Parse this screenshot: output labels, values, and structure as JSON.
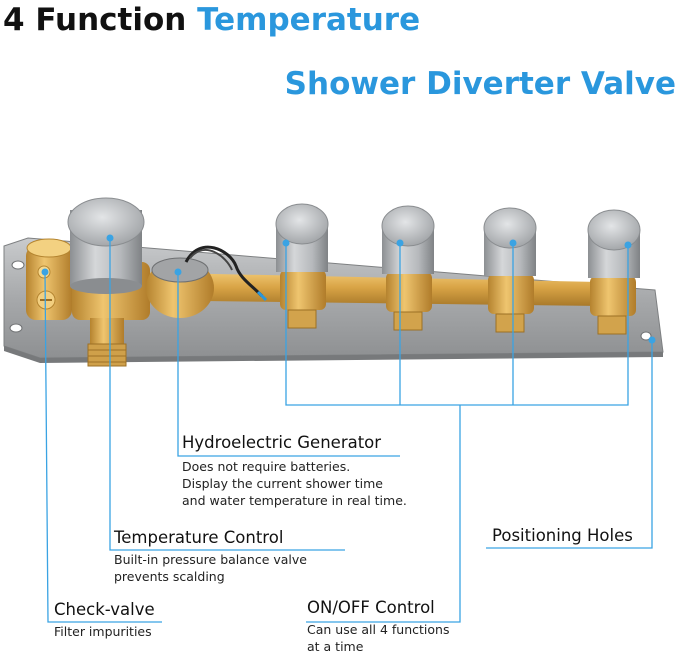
{
  "title": {
    "line1_prefix": "4 Function",
    "line1_accent": "Temperature",
    "line2": "Shower Diverter Valve"
  },
  "colors": {
    "accent": "#2a97dd",
    "leader_line": "#3aa3e3",
    "brass": "#d6a54a",
    "steel": "#a9abad"
  },
  "callouts": {
    "generator": {
      "heading": "Hydroelectric Generator",
      "lines": [
        "Does not require batteries.",
        "Display the current shower time",
        "and water temperature in real time."
      ]
    },
    "temperature": {
      "heading": "Temperature Control",
      "lines": [
        "Built-in pressure balance valve",
        "prevents scalding"
      ]
    },
    "positioning": {
      "heading": "Positioning Holes"
    },
    "check": {
      "heading": "Check-valve",
      "lines": [
        "Filter impurities"
      ]
    },
    "onoff": {
      "heading": "ON/OFF Control",
      "lines": [
        "Can use all 4 functions",
        "at a time"
      ]
    }
  }
}
